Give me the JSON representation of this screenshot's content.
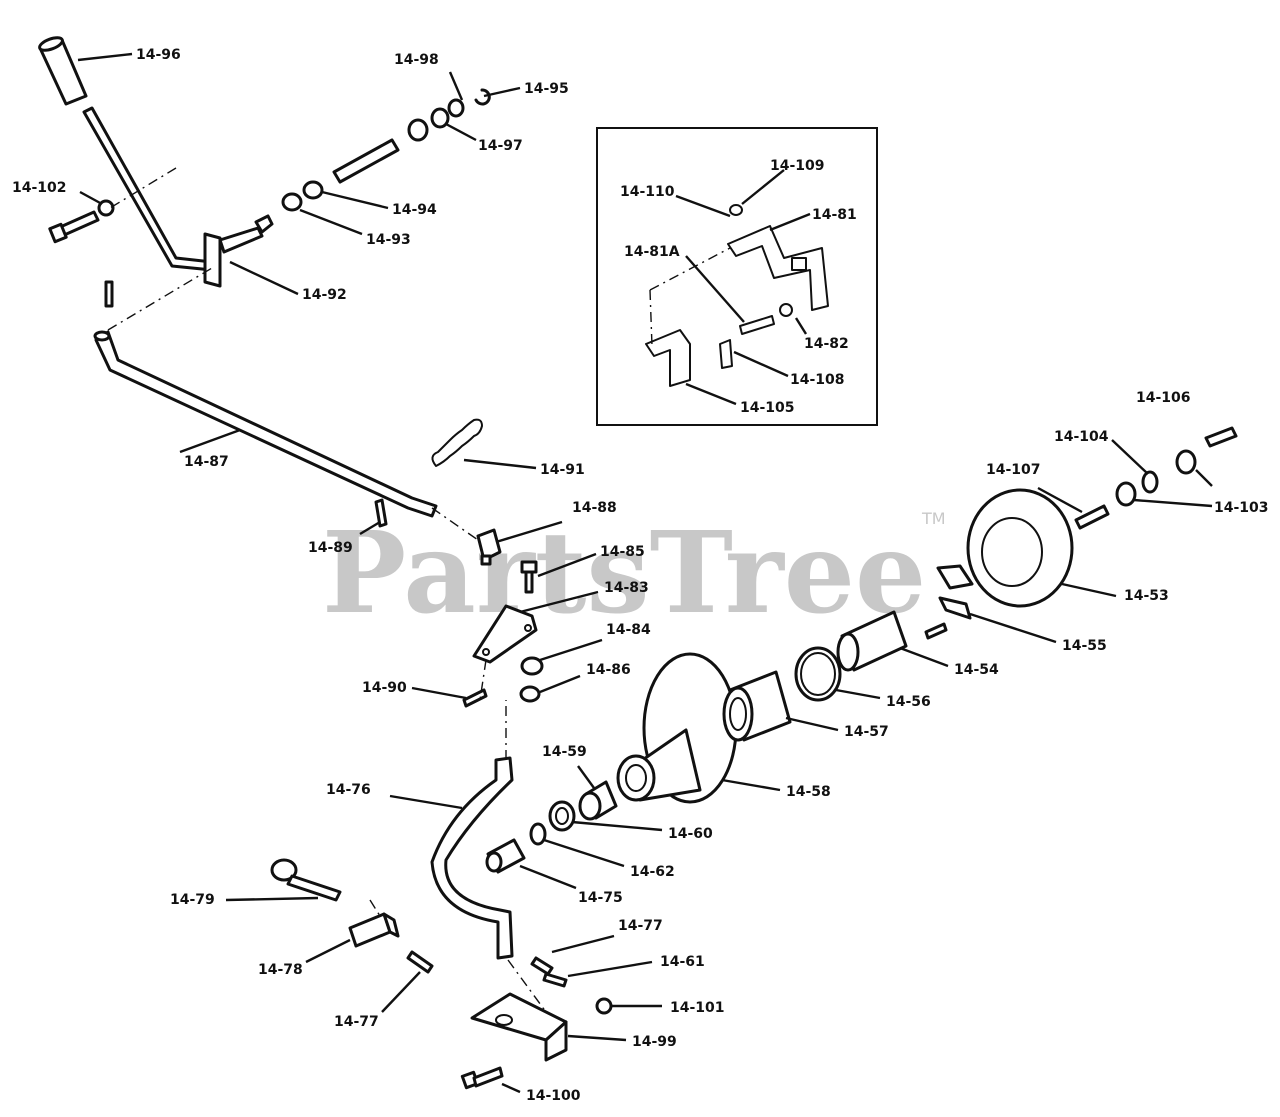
{
  "watermark": {
    "text": "PartsTree",
    "trademark": "TM"
  },
  "callouts": [
    {
      "id": "14-96",
      "label": "14-96"
    },
    {
      "id": "14-98",
      "label": "14-98"
    },
    {
      "id": "14-95",
      "label": "14-95"
    },
    {
      "id": "14-97",
      "label": "14-97"
    },
    {
      "id": "14-102",
      "label": "14-102"
    },
    {
      "id": "14-94",
      "label": "14-94"
    },
    {
      "id": "14-93",
      "label": "14-93"
    },
    {
      "id": "14-92",
      "label": "14-92"
    },
    {
      "id": "14-109",
      "label": "14-109"
    },
    {
      "id": "14-110",
      "label": "14-110"
    },
    {
      "id": "14-81",
      "label": "14-81"
    },
    {
      "id": "14-81A",
      "label": "14-81A"
    },
    {
      "id": "14-82",
      "label": "14-82"
    },
    {
      "id": "14-108",
      "label": "14-108"
    },
    {
      "id": "14-105",
      "label": "14-105"
    },
    {
      "id": "14-106",
      "label": "14-106"
    },
    {
      "id": "14-104",
      "label": "14-104"
    },
    {
      "id": "14-103",
      "label": "14-103"
    },
    {
      "id": "14-107",
      "label": "14-107"
    },
    {
      "id": "14-87",
      "label": "14-87"
    },
    {
      "id": "14-91",
      "label": "14-91"
    },
    {
      "id": "14-88",
      "label": "14-88"
    },
    {
      "id": "14-89",
      "label": "14-89"
    },
    {
      "id": "14-85",
      "label": "14-85"
    },
    {
      "id": "14-83",
      "label": "14-83"
    },
    {
      "id": "14-84",
      "label": "14-84"
    },
    {
      "id": "14-86",
      "label": "14-86"
    },
    {
      "id": "14-90",
      "label": "14-90"
    },
    {
      "id": "14-53",
      "label": "14-53"
    },
    {
      "id": "14-55",
      "label": "14-55"
    },
    {
      "id": "14-54",
      "label": "14-54"
    },
    {
      "id": "14-56",
      "label": "14-56"
    },
    {
      "id": "14-57",
      "label": "14-57"
    },
    {
      "id": "14-58",
      "label": "14-58"
    },
    {
      "id": "14-59",
      "label": "14-59"
    },
    {
      "id": "14-60",
      "label": "14-60"
    },
    {
      "id": "14-62",
      "label": "14-62"
    },
    {
      "id": "14-75",
      "label": "14-75"
    },
    {
      "id": "14-76",
      "label": "14-76"
    },
    {
      "id": "14-79",
      "label": "14-79"
    },
    {
      "id": "14-78",
      "label": "14-78"
    },
    {
      "id": "14-77a",
      "label": "14-77"
    },
    {
      "id": "14-77b",
      "label": "14-77"
    },
    {
      "id": "14-61",
      "label": "14-61"
    },
    {
      "id": "14-101",
      "label": "14-101"
    },
    {
      "id": "14-99",
      "label": "14-99"
    },
    {
      "id": "14-100",
      "label": "14-100"
    }
  ]
}
